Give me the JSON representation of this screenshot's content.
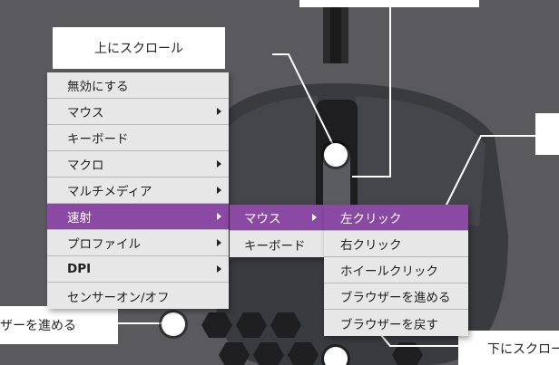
{
  "callouts": {
    "scroll_up": "上にスクロール",
    "browser_forward_left": "ザーを進める",
    "scroll_down": "下にスクロール"
  },
  "main_menu": {
    "items": [
      {
        "label": "無効にする",
        "has_submenu": false
      },
      {
        "label": "マウス",
        "has_submenu": true
      },
      {
        "label": "キーボード",
        "has_submenu": false
      },
      {
        "label": "マクロ",
        "has_submenu": true
      },
      {
        "label": "マルチメディア",
        "has_submenu": true
      },
      {
        "label": "速射",
        "has_submenu": true,
        "active": true
      },
      {
        "label": "プロファイル",
        "has_submenu": true
      },
      {
        "label": "DPI",
        "has_submenu": true
      },
      {
        "label": "センサーオン/オフ",
        "has_submenu": false
      }
    ]
  },
  "sub_menu": {
    "items": [
      {
        "label": "マウス",
        "has_submenu": true,
        "active": true
      },
      {
        "label": "キーボード",
        "has_submenu": false
      }
    ]
  },
  "sub_sub_menu": {
    "items": [
      {
        "label": "左クリック",
        "active": true
      },
      {
        "label": "右クリック"
      },
      {
        "label": "ホイールクリック"
      },
      {
        "label": "ブラウザーを進める"
      },
      {
        "label": "ブラウザーを戻す"
      }
    ]
  },
  "colors": {
    "background": "#5a5a5e",
    "menu_bg": "#e7e7e7",
    "highlight": "#8a4aa3"
  }
}
